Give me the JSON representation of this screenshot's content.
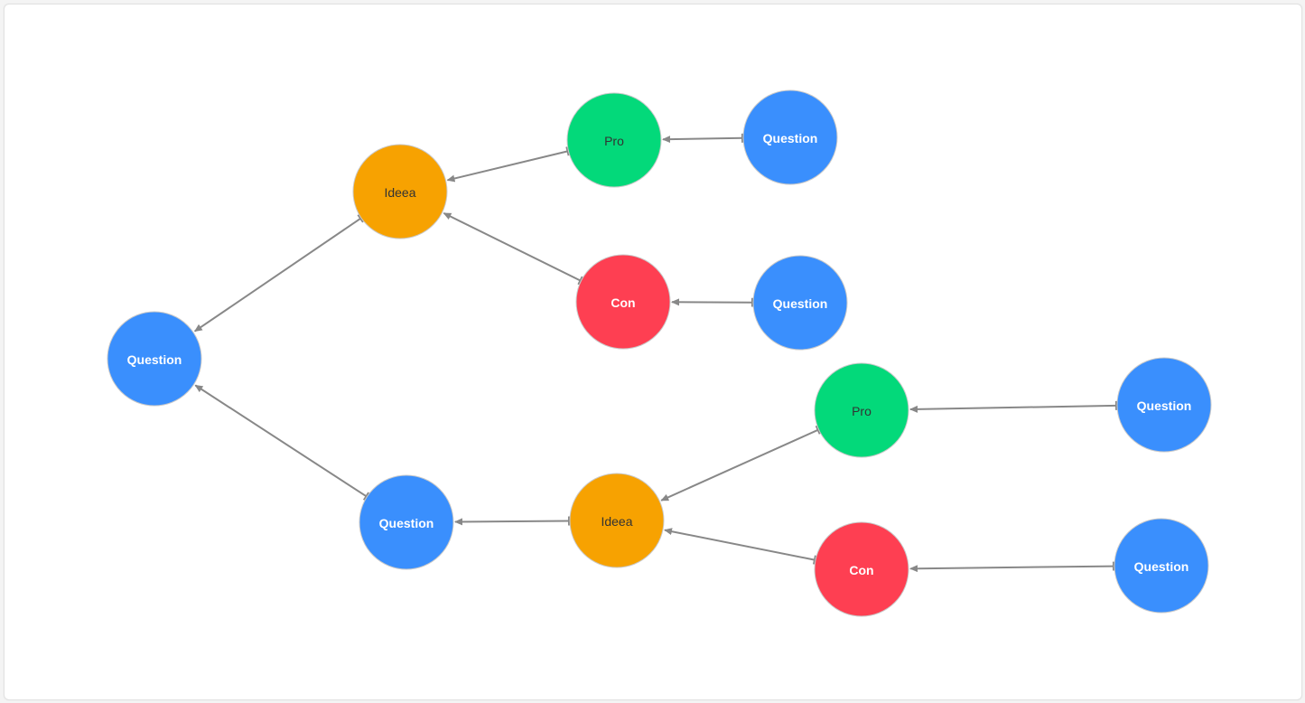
{
  "diagram": {
    "colors": {
      "question": "#3a8ffd",
      "idea": "#f7a201",
      "pro": "#03d97a",
      "con": "#fe3f52",
      "edge": "#888888"
    },
    "nodes": [
      {
        "id": "q-root",
        "kind": "question",
        "label": "Question"
      },
      {
        "id": "idea-top",
        "kind": "idea",
        "label": "Ideea"
      },
      {
        "id": "pro-top",
        "kind": "pro",
        "label": "Pro"
      },
      {
        "id": "q-pro-top",
        "kind": "question",
        "label": "Question"
      },
      {
        "id": "con-top",
        "kind": "con",
        "label": "Con"
      },
      {
        "id": "q-con-top",
        "kind": "question",
        "label": "Question"
      },
      {
        "id": "q-mid",
        "kind": "question",
        "label": "Question"
      },
      {
        "id": "idea-bottom",
        "kind": "idea",
        "label": "Ideea"
      },
      {
        "id": "pro-bottom",
        "kind": "pro",
        "label": "Pro"
      },
      {
        "id": "q-pro-bottom",
        "kind": "question",
        "label": "Question"
      },
      {
        "id": "con-bottom",
        "kind": "con",
        "label": "Con"
      },
      {
        "id": "q-con-bottom",
        "kind": "question",
        "label": "Question"
      }
    ],
    "edges": [
      {
        "from": "idea-top",
        "to": "q-root"
      },
      {
        "from": "pro-top",
        "to": "idea-top"
      },
      {
        "from": "q-pro-top",
        "to": "pro-top"
      },
      {
        "from": "con-top",
        "to": "idea-top"
      },
      {
        "from": "q-con-top",
        "to": "con-top"
      },
      {
        "from": "q-mid",
        "to": "q-root"
      },
      {
        "from": "idea-bottom",
        "to": "q-mid"
      },
      {
        "from": "pro-bottom",
        "to": "idea-bottom"
      },
      {
        "from": "q-pro-bottom",
        "to": "pro-bottom"
      },
      {
        "from": "con-bottom",
        "to": "idea-bottom"
      },
      {
        "from": "q-con-bottom",
        "to": "con-bottom"
      }
    ]
  }
}
